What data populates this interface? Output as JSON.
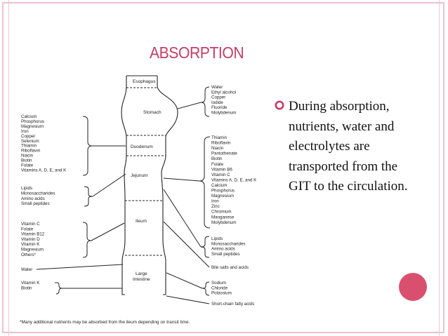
{
  "slide": {
    "title": "ABSORPTION",
    "bullet_text": "During absorption, nutrients, water and electrolytes are transported from the GIT to the circulation.",
    "accent_color": "#c33d66",
    "circle_color": "#d9506f",
    "bullet_icon": "hollow-circle-bullet-icon"
  },
  "diagram": {
    "organs": {
      "esophagus": "Esophagus",
      "stomach": "Stomach",
      "duodenum": "Duodenum",
      "jejunum": "Jejunum",
      "ileum": "Ileum",
      "large_intestine_1": "Large",
      "large_intestine_2": "Intestine"
    },
    "left_duodenum": [
      "Calcium",
      "Phosphorus",
      "Magnesium",
      "Iron",
      "Copper",
      "Selenium",
      "Thiamin",
      "Riboflavin",
      "Niacin",
      "Biotin",
      "Folate",
      "Vitamins A, D, E, and K"
    ],
    "left_jejunum": [
      "Lipids",
      "Monosaccharides",
      "Amino acids",
      "Small peptides"
    ],
    "left_ileum": [
      "Vitamin C",
      "Folate",
      "Vitamin B12",
      "Vitamin D",
      "Vitamin K",
      "Magnesium",
      "Others*"
    ],
    "left_water": "Water",
    "left_large": [
      "Vitamin K",
      "Biotin"
    ],
    "right_stomach": [
      "Water",
      "Ethyl alcohol",
      "Copper",
      "Iodide",
      "Fluoride",
      "Molybdenum"
    ],
    "right_jejunum": [
      "Thiamin",
      "Riboflavin",
      "Niacin",
      "Pantothenate",
      "Biotin",
      "Folate",
      "Vitamin B6",
      "Vitamin C",
      "Vitamins A, D, E, and K",
      "Calcium",
      "Phosphorus",
      "Magnesium",
      "Iron",
      "Zinc",
      "Chromium",
      "Manganese",
      "Molybdenum"
    ],
    "right_ileum": [
      "Lipids",
      "Monosaccharides",
      "Amino acids",
      "Small peptides"
    ],
    "bile": "Bile salts and acids",
    "right_large": [
      "Sodium",
      "Chloride",
      "Potassium"
    ],
    "short_chain": "Short-chain fatty acids",
    "footnote": "*Many additional nutrients may be absorbed from the ileum depending on transit time."
  }
}
